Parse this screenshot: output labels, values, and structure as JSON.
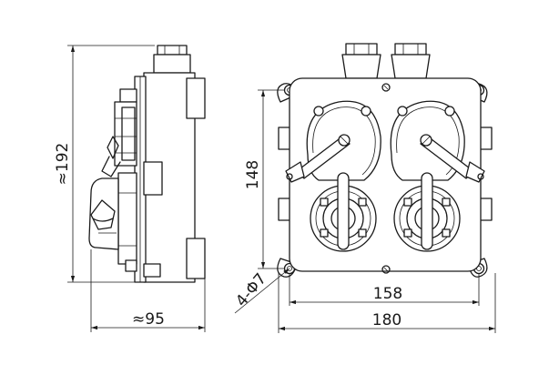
{
  "side_view": {
    "height_label": "≈192",
    "depth_label": "≈95"
  },
  "front_view": {
    "height_label": "148",
    "hole_span_label": "158",
    "width_label": "180",
    "holes_label": "4-Φ7"
  }
}
